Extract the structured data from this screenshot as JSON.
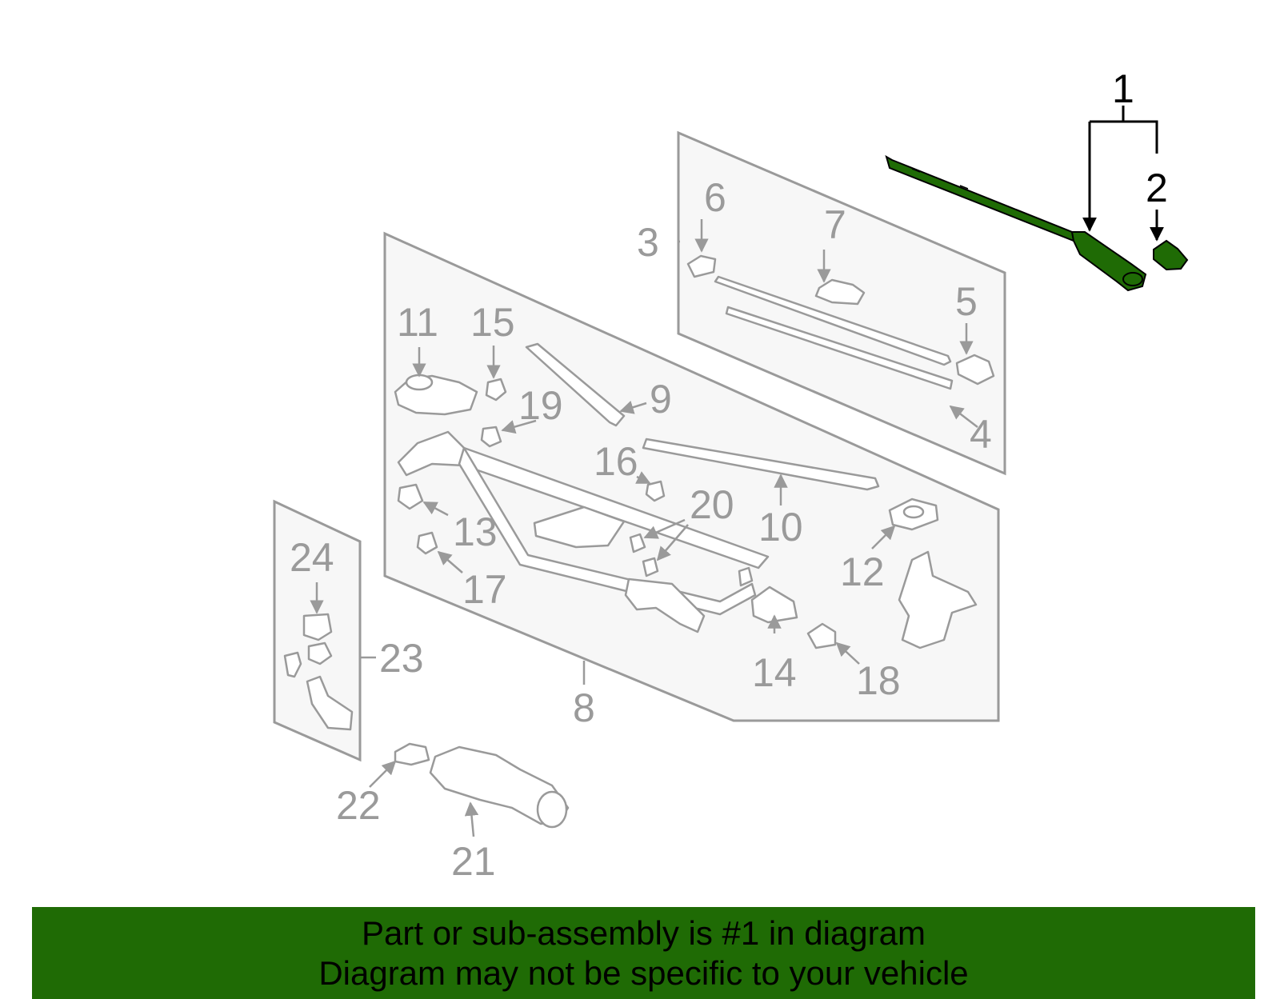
{
  "diagram": {
    "highlight_color": "#1f6b05",
    "callouts": {
      "c1": "1",
      "c2": "2",
      "c3": "3",
      "c4": "4",
      "c5": "5",
      "c6": "6",
      "c7": "7",
      "c8": "8",
      "c9": "9",
      "c10": "10",
      "c11": "11",
      "c12": "12",
      "c13": "13",
      "c14": "14",
      "c15": "15",
      "c16": "16",
      "c17": "17",
      "c18": "18",
      "c19": "19",
      "c20": "20",
      "c21": "21",
      "c22": "22",
      "c23": "23",
      "c24": "24"
    }
  },
  "footer": {
    "line1": "Part or sub-assembly is #1 in diagram",
    "line2": "Diagram may not be specific to your vehicle",
    "background": "#1f6b05"
  }
}
